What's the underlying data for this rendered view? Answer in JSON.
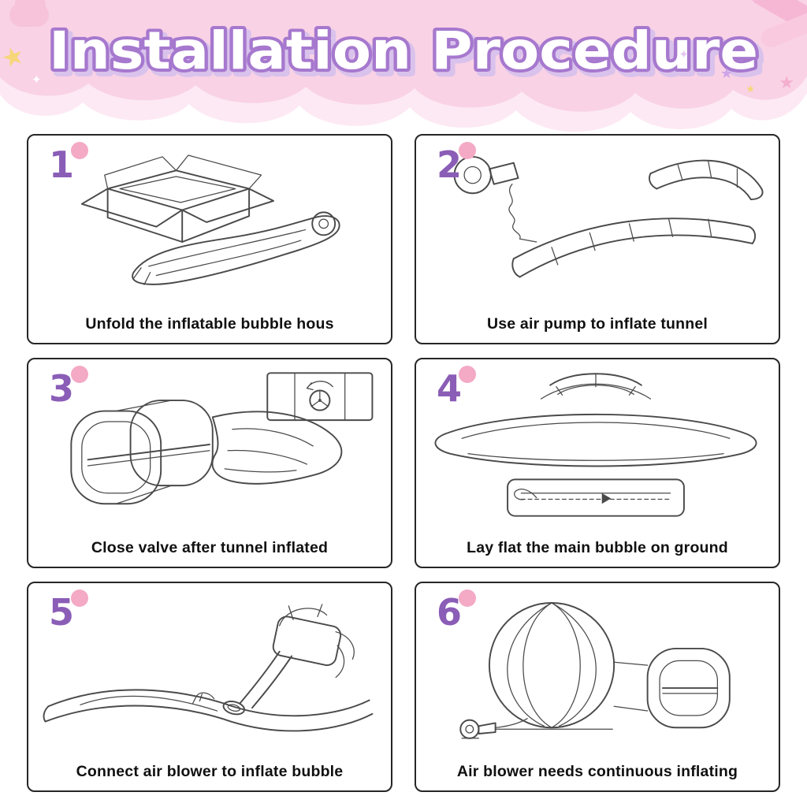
{
  "header": {
    "title": "Installation Procedure"
  },
  "steps": [
    {
      "number": "1",
      "caption": "Unfold the inflatable bubble hous"
    },
    {
      "number": "2",
      "caption": "Use air pump to inflate tunnel"
    },
    {
      "number": "3",
      "caption": "Close valve after tunnel inflated"
    },
    {
      "number": "4",
      "caption": "Lay flat the main bubble on ground"
    },
    {
      "number": "5",
      "caption": "Connect air blower to inflate bubble"
    },
    {
      "number": "6",
      "caption": "Air blower needs continuous inflating"
    }
  ],
  "decor": {
    "star": "★",
    "sparkle": "✦"
  },
  "colors": {
    "cloud_pink": "#f9d2e5",
    "cloud_pink_light": "#fde9f3",
    "title_fill": "#ffffff",
    "title_outline": "#a678ce",
    "title_shadow": "#d9c2ec",
    "step_number": "#8a5db6",
    "step_dot": "#f4a9c5",
    "panel_border": "#262626",
    "line_art": "#4a4a4a"
  }
}
